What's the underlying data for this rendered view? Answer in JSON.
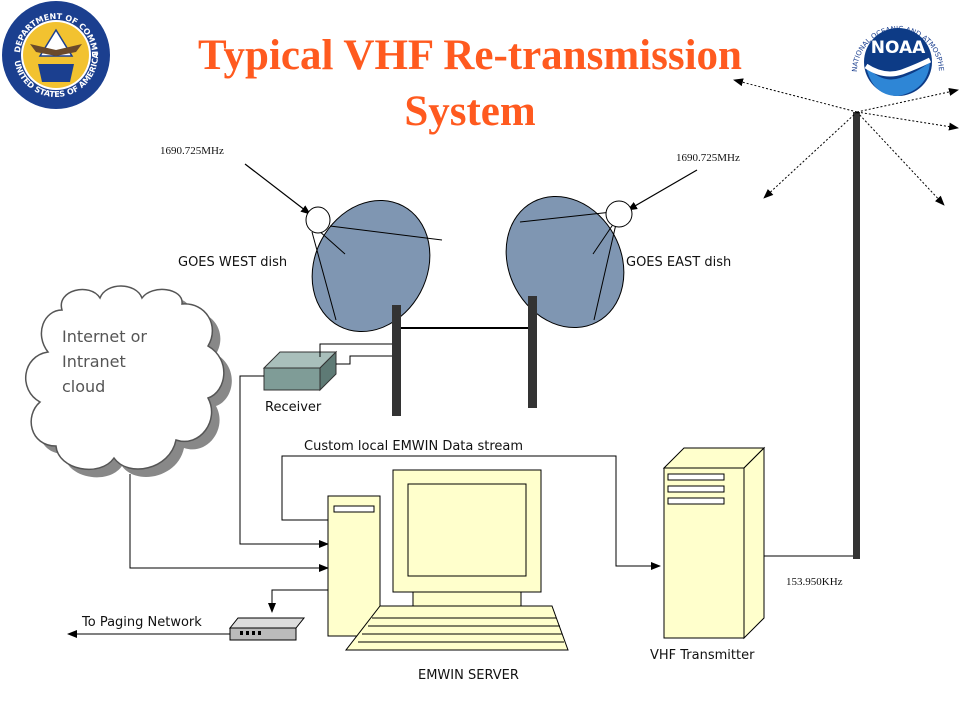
{
  "title": {
    "line1": "Typical VHF Re-transmission",
    "line2": "System"
  },
  "labels": {
    "freq_west": "1690.725MHz",
    "freq_east": "1690.725MHz",
    "goes_west": "GOES WEST dish",
    "goes_east": "GOES EAST dish",
    "cloud_line1": "Internet or",
    "cloud_line2": "Intranet",
    "cloud_line3": "cloud",
    "receiver": "Receiver",
    "data_stream": "Custom local EMWIN Data stream",
    "vhf_freq": "153.950KHz",
    "paging": "To Paging Network",
    "vhf_transmitter": "VHF Transmitter",
    "emwin_server": "EMWIN SERVER"
  },
  "logos": {
    "commerce_ring_text": "DEPARTMENT OF COMMERCE • UNITED STATES OF AMERICA",
    "noaa_ring_text": "NATIONAL OCEANIC AND ATMOSPHERIC ADMINISTRATION • U.S. DEPARTMENT OF COMMERCE",
    "noaa_wordmark": "NOAA"
  },
  "colors": {
    "title": "#ff5a1f",
    "dish": "#7f96b2",
    "equipment": "#ffffcc",
    "receiver": "#7f9c97",
    "tower": "#333333"
  }
}
